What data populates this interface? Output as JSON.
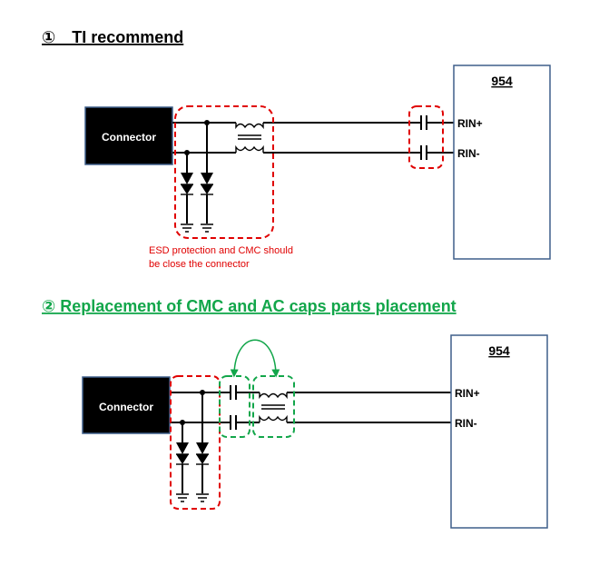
{
  "section1": {
    "title": "①　TI recommend",
    "connector_label": "Connector",
    "chip_label": "954",
    "pin_pos": "RIN+",
    "pin_neg": "RIN-",
    "note_line1": "ESD protection and CMC should",
    "note_line2": "be close the connector"
  },
  "section2": {
    "title": "② Replacement of CMC and AC caps parts placement",
    "connector_label": "Connector",
    "chip_label": "954",
    "pin_pos": "RIN+",
    "pin_neg": "RIN-"
  },
  "colors": {
    "title1": "#000000",
    "title2": "#12a64a",
    "red_highlight": "#e00000",
    "green_highlight": "#12a64a",
    "chip_border": "#3e5f8a",
    "connector_fill": "#000000"
  }
}
